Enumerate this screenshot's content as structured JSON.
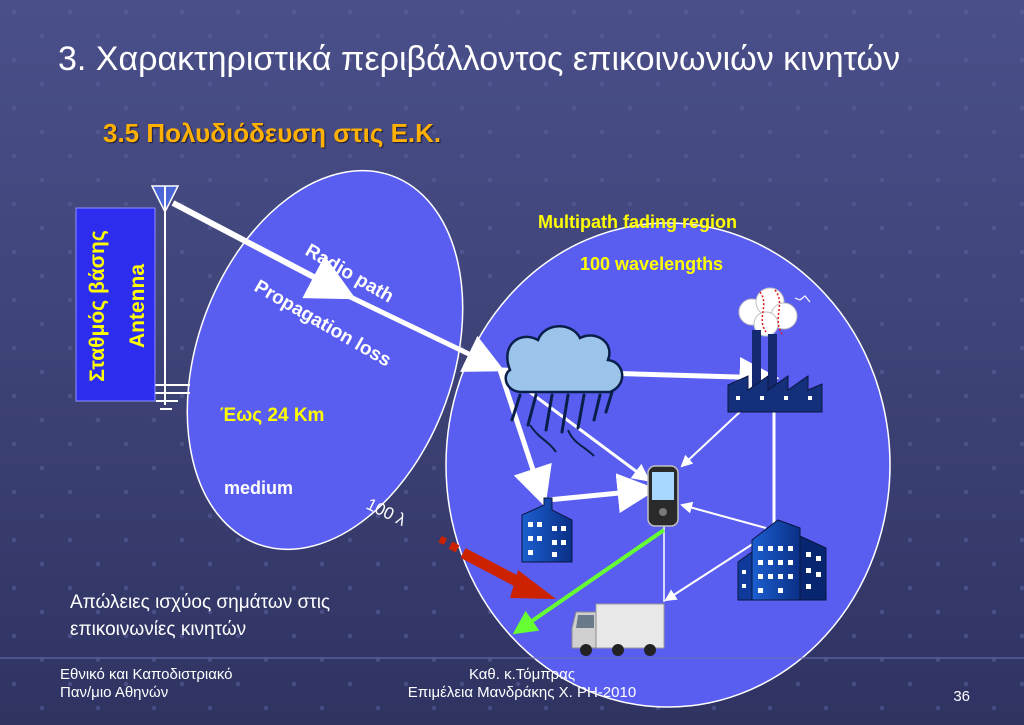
{
  "slide": {
    "title": "3. Χαρακτηριστικά περιβάλλοντος επικοινωνιών κινητών",
    "subtitle": "3.5 Πολυδιόδευση στις Ε.Κ.",
    "note_line1": "Απώλειες ισχύος σημάτων στις",
    "note_line2": "επικοινωνίες κινητών",
    "page_number": "36"
  },
  "diagram": {
    "base_station_greek": "Σταθμός βάσης",
    "base_station_en": "Antenna",
    "radio_path": "Radio path",
    "propagation_loss": "Propagation loss",
    "distance": "Έως 24 Km",
    "medium": "medium",
    "hundred_lambda": "100 λ",
    "fading_region": "Multipath fading region",
    "wavelengths": "100 wavelengths"
  },
  "footer": {
    "left_line1": "Εθνικό και Καποδιστριακό",
    "left_line2": "Παν/μιο Αθηνών",
    "center_line1": "Καθ. κ.Τόμπρας",
    "center_line2": "Επιμέλεια Μανδράκης Χ. ΡΗ-2010"
  },
  "colors": {
    "background": "#4a4f8a",
    "ellipse": "#5a5ef0",
    "title": "#ffffff",
    "subtitle": "#ffb000",
    "label_yellow": "#ffff00",
    "arrow_green": "#66ff33",
    "arrow_red": "#cc2200"
  },
  "icons": [
    "antenna-icon",
    "cloud-rain-icon",
    "factory-icon",
    "phone-icon",
    "building-icon",
    "truck-icon"
  ]
}
